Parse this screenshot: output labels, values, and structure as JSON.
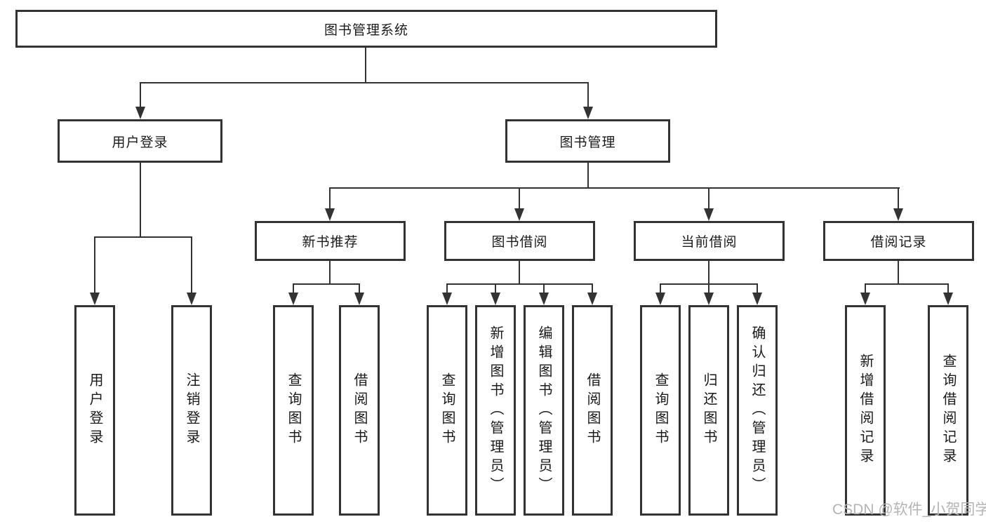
{
  "colors": {
    "line": "#333333",
    "text": "#1a1a1a",
    "watermark": "#b4b4b4",
    "background": "#ffffff"
  },
  "watermark": {
    "text": "CSDN @软件_小贺同学"
  },
  "tree": {
    "label": "图书管理系统",
    "children": [
      {
        "label": "用户登录",
        "children": [
          {
            "label": "用户登录"
          },
          {
            "label": "注销登录"
          }
        ]
      },
      {
        "label": "图书管理",
        "children": [
          {
            "label": "新书推荐",
            "children": [
              {
                "label": "查询图书"
              },
              {
                "label": "借阅图书"
              }
            ]
          },
          {
            "label": "图书借阅",
            "children": [
              {
                "label": "查询图书"
              },
              {
                "label": "新增图书（管理员）"
              },
              {
                "label": "编辑图书（管理员）"
              },
              {
                "label": "借阅图书"
              }
            ]
          },
          {
            "label": "当前借阅",
            "children": [
              {
                "label": "查询图书"
              },
              {
                "label": "归还图书"
              },
              {
                "label": "确认归还（管理员）"
              }
            ]
          },
          {
            "label": "借阅记录",
            "children": [
              {
                "label": "新增借阅记录"
              },
              {
                "label": "查询借阅记录"
              }
            ]
          }
        ]
      }
    ]
  }
}
